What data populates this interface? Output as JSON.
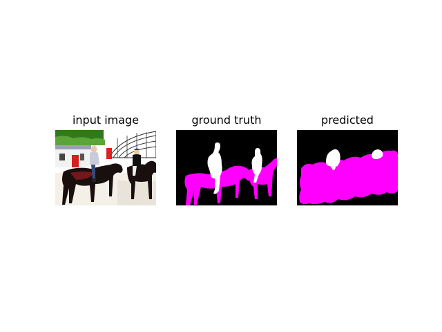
{
  "figure": {
    "panels": [
      {
        "title": "input image"
      },
      {
        "title": "ground truth"
      },
      {
        "title": "predicted"
      }
    ]
  },
  "colors": {
    "background": "#ffffff",
    "mask_background": "#000000",
    "horse_class": "#ff00ff",
    "person_class": "#ffffff"
  }
}
